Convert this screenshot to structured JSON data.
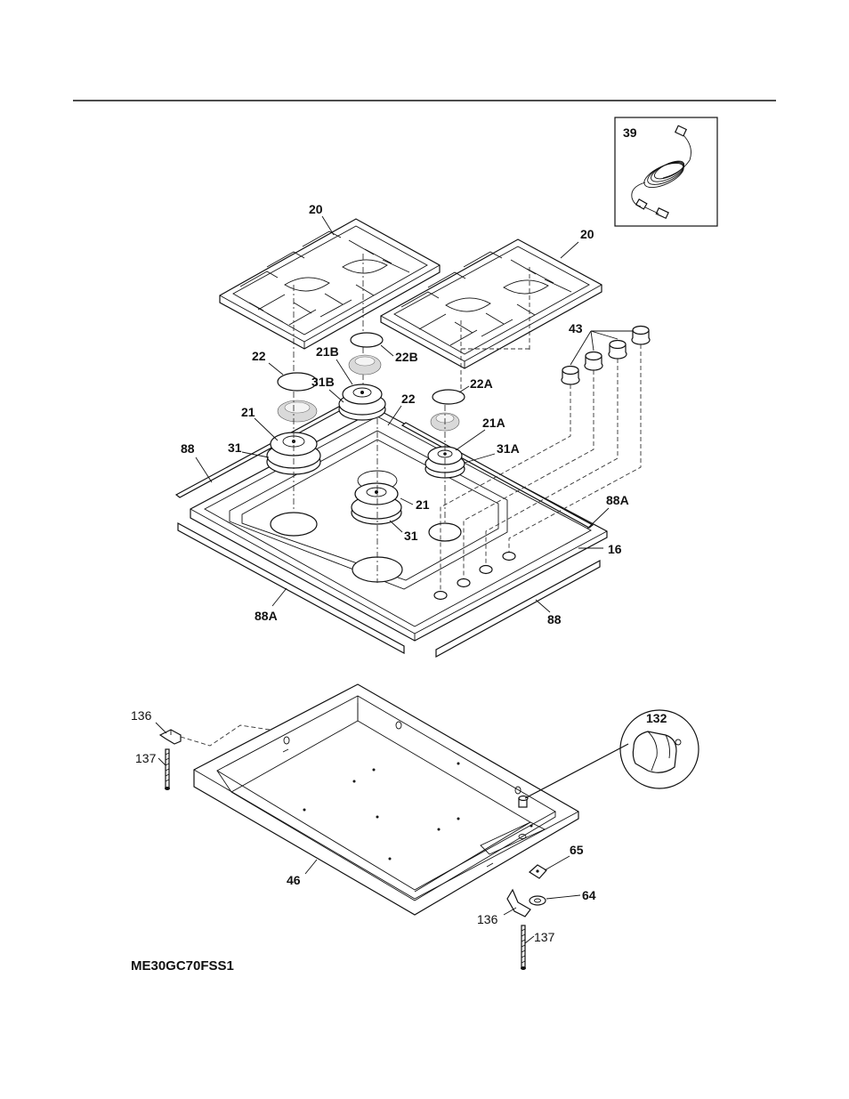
{
  "model": "ME30GC70FSS1",
  "labels": {
    "l39": "39",
    "l20a": "20",
    "l20b": "20",
    "l43": "43",
    "l22": "22",
    "l22b": "22B",
    "l21b": "21B",
    "l31b": "31B",
    "l22mid": "22",
    "l22a": "22A",
    "l21": "21",
    "l21a": "21A",
    "l88": "88",
    "l31": "31",
    "l31a": "31A",
    "l88a_right": "88A",
    "l21_center": "21",
    "l31_center": "31",
    "l16": "16",
    "l88a_left": "88A",
    "l88_bottom": "88",
    "l136_top": "136",
    "l137_top": "137",
    "l132": "132",
    "l65": "65",
    "l64": "64",
    "l46": "46",
    "l136_bottom": "136",
    "l137_bottom": "137"
  }
}
